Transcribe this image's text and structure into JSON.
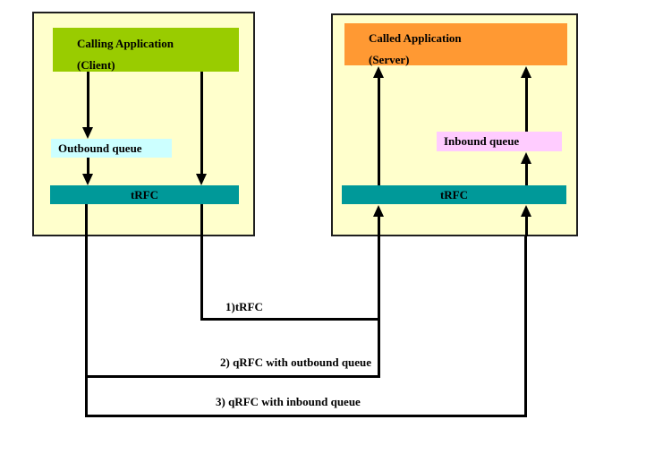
{
  "diagram": {
    "left_panel": {
      "app_title": "Calling Application",
      "app_subtitle": "(Client)",
      "queue_label": "Outbound queue",
      "rfc_label": "tRFC"
    },
    "right_panel": {
      "app_title": "Called Application",
      "app_subtitle": "(Server)",
      "queue_label": "Inbound queue",
      "rfc_label": "tRFC"
    },
    "connections": [
      {
        "label": "1)tRFC"
      },
      {
        "label": "2) qRFC with outbound queue"
      },
      {
        "label": "3) qRFC with inbound queue"
      }
    ],
    "colors": {
      "panel_bg": "#FFFFCC",
      "client_box": "#99CC00",
      "server_box": "#FF9933",
      "outbound_queue": "#CCFFFF",
      "inbound_queue": "#FFCCFF",
      "rfc_bar": "#009999",
      "line": "#000000"
    }
  }
}
